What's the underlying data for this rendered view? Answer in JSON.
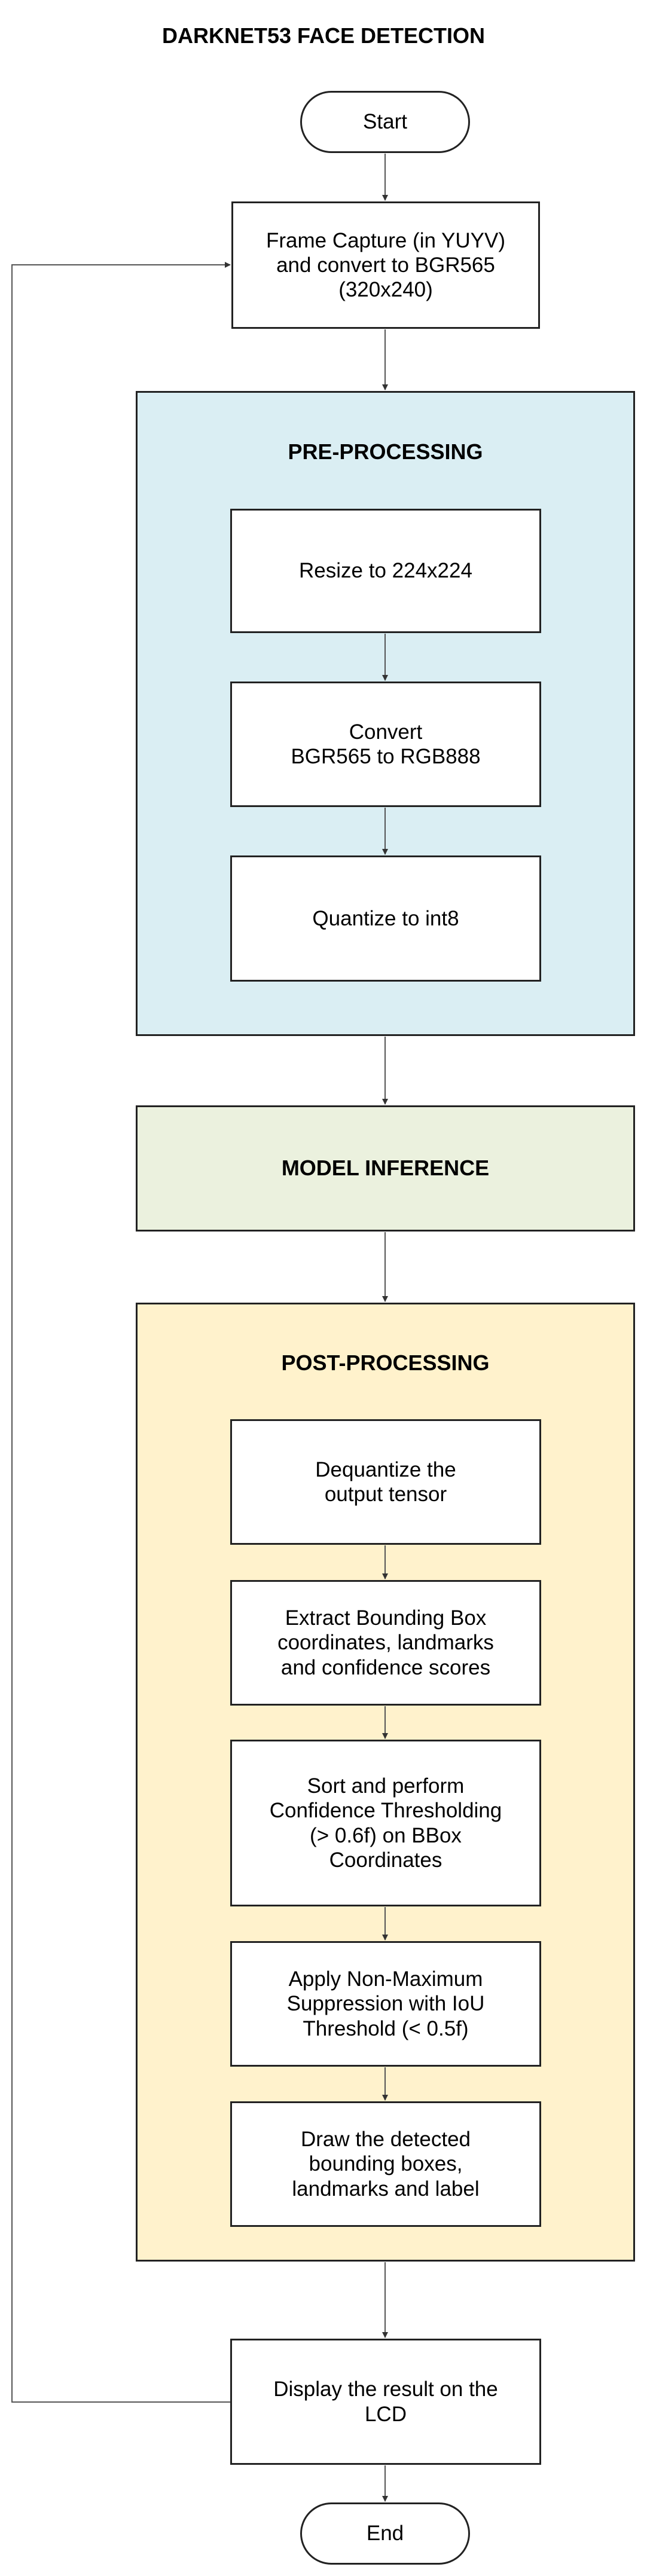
{
  "title": "DARKNET53 FACE DETECTION",
  "colors": {
    "pre_processing_fill": "#daeef3",
    "model_inference_fill": "#ebf1de",
    "post_processing_fill": "#fff2cc",
    "border": "#222222",
    "connector": "#555555"
  },
  "nodes": {
    "start": "Start",
    "frame_capture": "Frame Capture (in YUYV)\nand convert to BGR565\n(320x240)",
    "pre_processing": {
      "label": "PRE-PROCESSING",
      "steps": [
        "Resize to 224x224",
        "Convert\nBGR565 to RGB888",
        "Quantize to int8"
      ]
    },
    "model_inference": "MODEL INFERENCE",
    "post_processing": {
      "label": "POST-PROCESSING",
      "steps": [
        "Dequantize the\noutput tensor",
        "Extract Bounding Box\ncoordinates, landmarks\nand confidence scores",
        "Sort and perform\nConfidence Thresholding\n(> 0.6f) on BBox\nCoordinates",
        "Apply Non-Maximum\nSuppression with IoU\nThreshold (< 0.5f)",
        "Draw the detected\nbounding boxes,\nlandmarks and label"
      ]
    },
    "display": "Display the result on the\nLCD",
    "end": "End"
  }
}
